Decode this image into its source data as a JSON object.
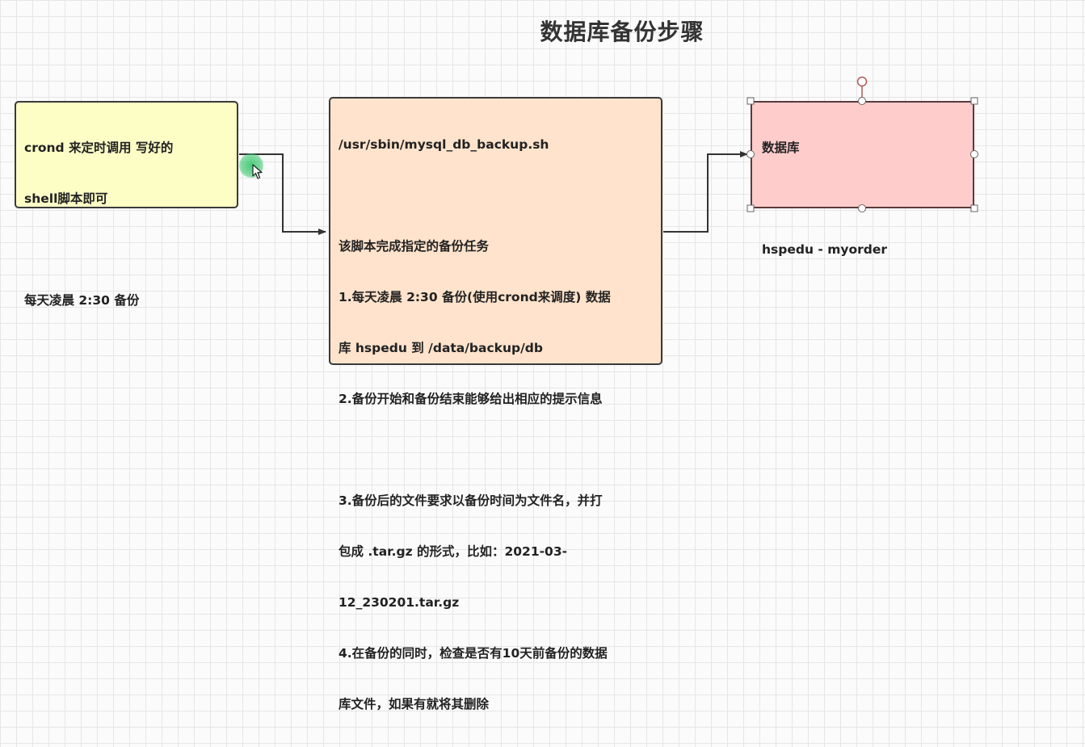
{
  "title": "数据库备份步骤",
  "boxes": {
    "crond": {
      "lines": [
        "crond 来定时调用 写好的",
        "shell脚本即可",
        "",
        "每天凌晨 2:30 备份"
      ]
    },
    "script": {
      "lines": [
        "/usr/sbin/mysql_db_backup.sh",
        "",
        "该脚本完成指定的备份任务",
        "1.每天凌晨 2:30 备份(使用crond来调度) 数据",
        "库 hspedu 到 /data/backup/db",
        "2.备份开始和备份结束能够给出相应的提示信息",
        "",
        "3.备份后的文件要求以备份时间为文件名，并打",
        "包成 .tar.gz 的形式，比如：2021-03-",
        "12_230201.tar.gz",
        "4.在备份的同时，检查是否有10天前备份的数据",
        "库文件，如果有就将其删除"
      ]
    },
    "database": {
      "lines": [
        "数据库",
        "",
        "hspedu - myorder"
      ]
    }
  },
  "colors": {
    "crond_fill": "#fdfdc6",
    "script_fill": "#ffe3cc",
    "database_fill": "#ffcccc",
    "stroke": "#3a3a3a",
    "cursor_highlight": "#3cc86e"
  }
}
